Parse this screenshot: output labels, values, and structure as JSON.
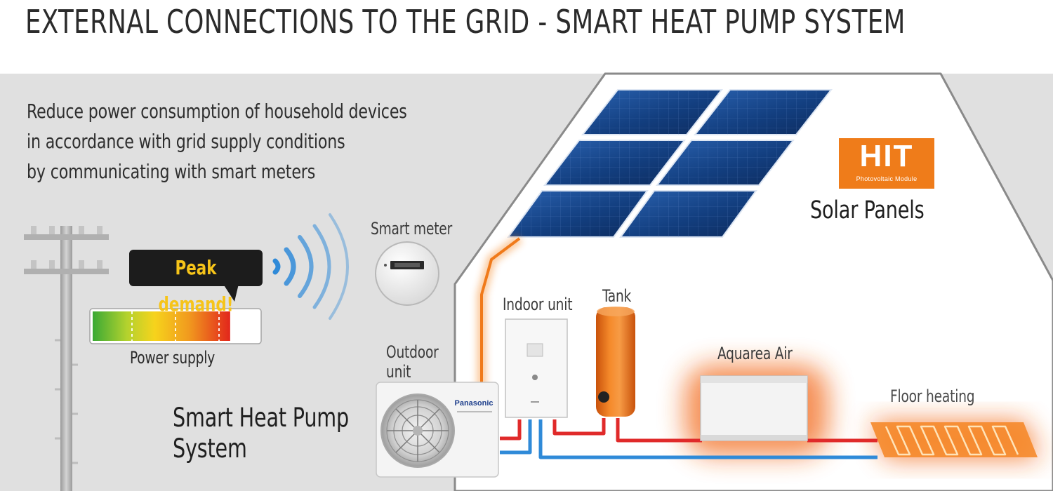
{
  "title": "EXTERNAL CONNECTIONS TO THE GRID - SMART HEAT PUMP SYSTEM",
  "description": {
    "line1": "Reduce power consumption of household devices",
    "line2": "in accordance with grid supply conditions",
    "line3": "by communicating with smart meters"
  },
  "grid": {
    "callout": "Peak demand!",
    "power_supply_label": "Power supply",
    "supply_level_fraction": 0.83
  },
  "labels": {
    "smart_meter": "Smart meter",
    "indoor_unit": "Indoor unit",
    "tank": "Tank",
    "outdoor_unit_line1": "Outdoor",
    "outdoor_unit_line2": "unit",
    "aquarea_air": "Aquarea Air",
    "floor_heating": "Floor heating",
    "solar_panels": "Solar Panels",
    "system_line1": "Smart Heat Pump",
    "system_line2": "System"
  },
  "logo": {
    "word": "HIT",
    "subtitle": "Photovoltaic Module"
  },
  "outdoor_unit_brand": "Panasonic",
  "colors": {
    "background_panel": "#e0e0e0",
    "house_outline": "#8a8a8a",
    "solar_panel_blue": "#123d7d",
    "heat_orange": "#f07a1a",
    "pipe_red": "#e02a2a",
    "pipe_blue": "#2f8ad8",
    "peak_text": "#f6c419",
    "logo_orange": "#ef7c1a"
  }
}
